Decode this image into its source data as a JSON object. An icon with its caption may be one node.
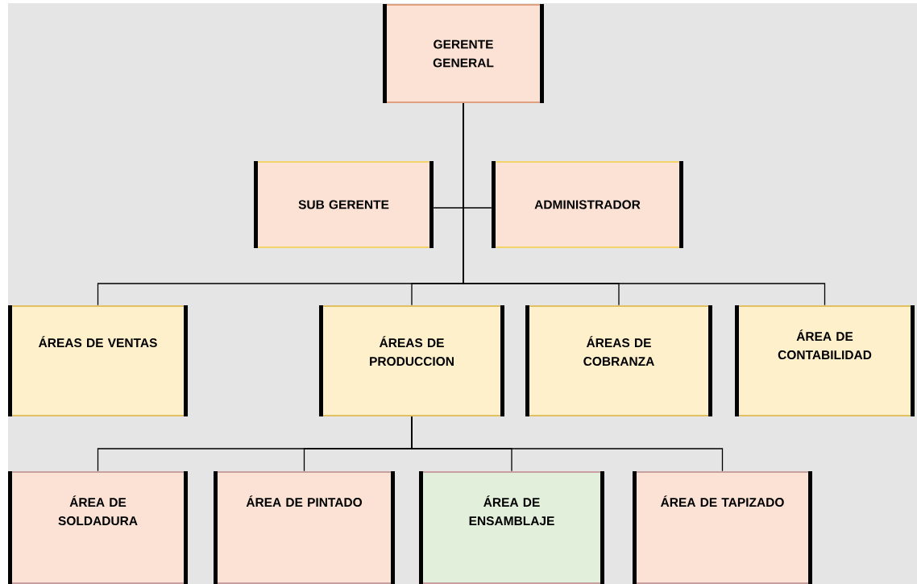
{
  "diagram": {
    "nodes": [
      {
        "text": [
          "GERENTE GENERAL"
        ]
      },
      {
        "text": [
          "SUB GERENTE"
        ]
      },
      {
        "text": [
          "ADMINISTRADOR"
        ]
      },
      {
        "text": [
          "ÁREAS DE VENTAS"
        ]
      },
      {
        "text": [
          "ÁREAS DE PRODUCCION"
        ]
      },
      {
        "text": [
          "ÁREAS DE COBRANZA"
        ]
      },
      {
        "text": [
          "ÁREA DE CONTABILIDAD"
        ]
      },
      {
        "text": [
          "ÁREA DE SOLDADURA"
        ]
      },
      {
        "text": [
          "ÁREA DE PINTADO"
        ]
      },
      {
        "text": [
          "ÁREA DE ENSAMBLAJE"
        ]
      },
      {
        "text": [
          "ÁREA DE TAPIZADO"
        ]
      }
    ],
    "edges": [
      {
        "from": 0,
        "to": 1,
        "arrow": "none"
      },
      {
        "from": 0,
        "to": 2,
        "arrow": "none"
      },
      {
        "from": 0,
        "to": 3,
        "arrow": "none"
      },
      {
        "from": 0,
        "to": 4,
        "arrow": "none"
      },
      {
        "from": 0,
        "to": 5,
        "arrow": "none"
      },
      {
        "from": 0,
        "to": 6,
        "arrow": "none"
      },
      {
        "from": 4,
        "to": 7,
        "arrow": "none"
      },
      {
        "from": 4,
        "to": 8,
        "arrow": "none"
      },
      {
        "from": 4,
        "to": 9,
        "arrow": "none"
      },
      {
        "from": 4,
        "to": 10,
        "arrow": "none"
      }
    ]
  }
}
